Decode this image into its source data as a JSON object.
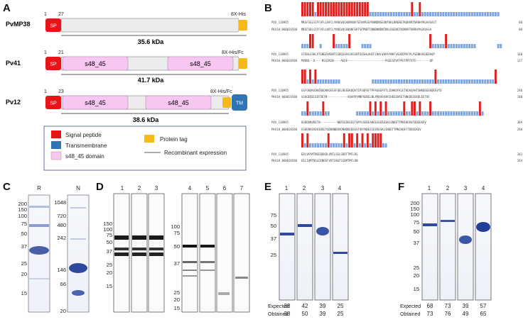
{
  "panels": {
    "A": "A",
    "B": "B",
    "C": "C",
    "D": "D",
    "E": "E",
    "F": "F"
  },
  "constructs": [
    {
      "name": "PvMP38",
      "start": "1",
      "sp_end": "27",
      "tag": "8X-His",
      "kda": "35.6 kDa",
      "sp": "SP"
    },
    {
      "name": "Pv41",
      "start": "1",
      "sp_end": "21",
      "tag": "8X-His/Fc",
      "kda": "41.7 kDa",
      "sp": "SP",
      "domains": [
        "s48_45",
        "s48_45"
      ]
    },
    {
      "name": "Pv12",
      "start": "1",
      "sp_end": "23",
      "tag": "8X-His/Fc",
      "kda": "38.6 kDa",
      "sp": "SP",
      "tm": "TM",
      "domains": [
        "s48_45",
        "s48_45"
      ]
    }
  ],
  "legend": {
    "signal": "Signal peptide",
    "tm": "Transmembrane",
    "s48": "s48_45 domain",
    "tag": "Protein tag",
    "recomb": "Recombinant expression"
  },
  "colors": {
    "sp": "#e8141a",
    "tm": "#2e75b6",
    "s48": "#f7c6f1",
    "tag": "#f6b918",
    "bar_red": "#e02020",
    "bar_blue": "#7da6e0"
  },
  "alignment": {
    "ids": [
      "PVX_110945",
      "PKA1H_060026500"
    ],
    "rows": [
      {
        "s1": "MKGFSGLSIFFVFLLNFCLYKNGVQGADMANATEFWVRSGPSNNDNSEDNTKKLNRENGTKQNVRTNARHYKGAVGAST",
        "s2": "MKGFSDLSIFFVFLLNFCLYKNGVQGSNANFEKTSPPNDTSNNDNNDNTKKLDGENGTKQNVRTNARHYKGAVGSA",
        "n1": "80",
        "n2": "80"
      },
      {
        "s1": "GTENLGSKLVTGNEEVNSNTSSDQSAASSKSSNTSQSHLAHIFLNALVKPAYNKFVGGKDPVFPLPSENKAGQEDAQP",
        "s2": "MVDNL--D----NSSIKGN----AEEE----------------------PGEESPVFPPGTPRTATE--------QP",
        "n1": "160",
        "n2": "117"
      },
      {
        "s1": "GGFGKQKGQKQQQQKKGEESFQELREEEKQQVTIPSQPSFTPPAQEEPVTLIDHKDFKLETKDAQAHTSNKDEEEKQEEVYD",
        "s2": "GGQGEQELEEFDETN------------VQAPRYNNPGEKELNLPRKVEKVKIHEEEHAETSNKDEEEKDLEETVE",
        "n1": "240",
        "n2": "180"
      },
      {
        "s1": "DGDDDNVDETN----------NNTEEDEEEETVRYGSDEEAKEEGEERESKLSNDETTMNIHEKVFDDEEKEV",
        "s2": "ESDENVEVEKSDEDTQDDNNDDVDNNDDEDEEVFVRYNDEEIEERESKLSNDETTMNIHQEYTDDEEKEV",
        "n1": "309",
        "n2": "260"
      },
      {
        "s1": "EDLVKYMTNSEQEKDLVNTLSGLSDDTTMFLRS",
        "s2": "EELIQMTNSLEENEEFVDTLNGFSSDMTMFLQN",
        "n1": "343",
        "n2": "294"
      }
    ]
  },
  "gel_C": {
    "lanes": [
      "R",
      "N"
    ],
    "markers_left": [
      "200",
      "150",
      "100",
      "75",
      "50",
      "37",
      "25",
      "20",
      "15"
    ],
    "markers_right": [
      "1048",
      "720",
      "480",
      "242",
      "146",
      "66",
      "20"
    ]
  },
  "gel_D": {
    "lanes": [
      "1",
      "2",
      "3",
      "4",
      "5",
      "6",
      "7"
    ],
    "markers_left": [
      "150",
      "100",
      "75",
      "50",
      "37",
      "25",
      "20",
      "15"
    ],
    "markers_right": [
      "100",
      "75",
      "50",
      "37",
      "25",
      "20",
      "15"
    ]
  },
  "gel_E": {
    "lanes": [
      "1",
      "2",
      "3",
      "4"
    ],
    "markers": [
      "75",
      "50",
      "37",
      "25"
    ],
    "expected_label": "Expected",
    "obtained_label": "Obtained",
    "expected": [
      "38",
      "42",
      "39",
      "25"
    ],
    "obtained": [
      "38",
      "50",
      "39",
      "25"
    ]
  },
  "gel_F": {
    "lanes": [
      "1",
      "2",
      "3",
      "4"
    ],
    "markers": [
      "200",
      "150",
      "100",
      "75",
      "50",
      "37",
      "25",
      "20",
      "15"
    ],
    "expected_label": "Expected",
    "obtained_label": "Obtained",
    "expected": [
      "68",
      "73",
      "39",
      "57"
    ],
    "obtained": [
      "73",
      "76",
      "49",
      "65"
    ]
  }
}
